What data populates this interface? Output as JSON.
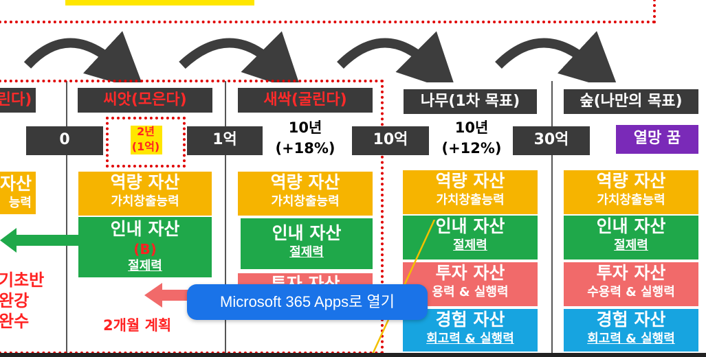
{
  "stages": {
    "s0": "린다)",
    "s1": "씨앗(모은다)",
    "s2": "새싹(굴린다)",
    "s3": "나무(1차 목표)",
    "s4": "숲(나만의 목표)"
  },
  "values": {
    "v0": "0",
    "v1": "1억",
    "v2": "10억",
    "v3": "30억",
    "v4": "열망 꿈"
  },
  "growth": {
    "g1a": "2년",
    "g1b": "(1억)",
    "g2a": "10년",
    "g2b": "(+18%)",
    "g3a": "10년",
    "g3b": "(+12%)"
  },
  "assets": {
    "capability_title": "역량 자산",
    "capability_sub": "가치창출능력",
    "patience_title": "인내 자산",
    "patience_sub": "절제력",
    "patience_b": "(B)",
    "invest_title": "투자 자산",
    "invest_sub_full": "수용력 & 실행력",
    "invest_sub_cut": "용력 & 실행력",
    "exp_title": "경험 자산",
    "exp_sub": "회고력 & 실행력",
    "left_cap_title": "자산",
    "left_cap_sub": "능력"
  },
  "left_notes": [
    "기초반",
    "완강",
    "완수"
  ],
  "plan_label": "2개월 계획",
  "popup": {
    "label": "Microsoft 365 Apps로 열기"
  },
  "colors": {
    "accent_red": "#e00000",
    "dark_box": "#3a3a3a",
    "yellow": "#f6b400",
    "green": "#1fa84a",
    "red": "#f16a6a",
    "blue": "#17a4e0",
    "purple": "#7a2ab8",
    "popup_blue": "#1a73e8"
  }
}
